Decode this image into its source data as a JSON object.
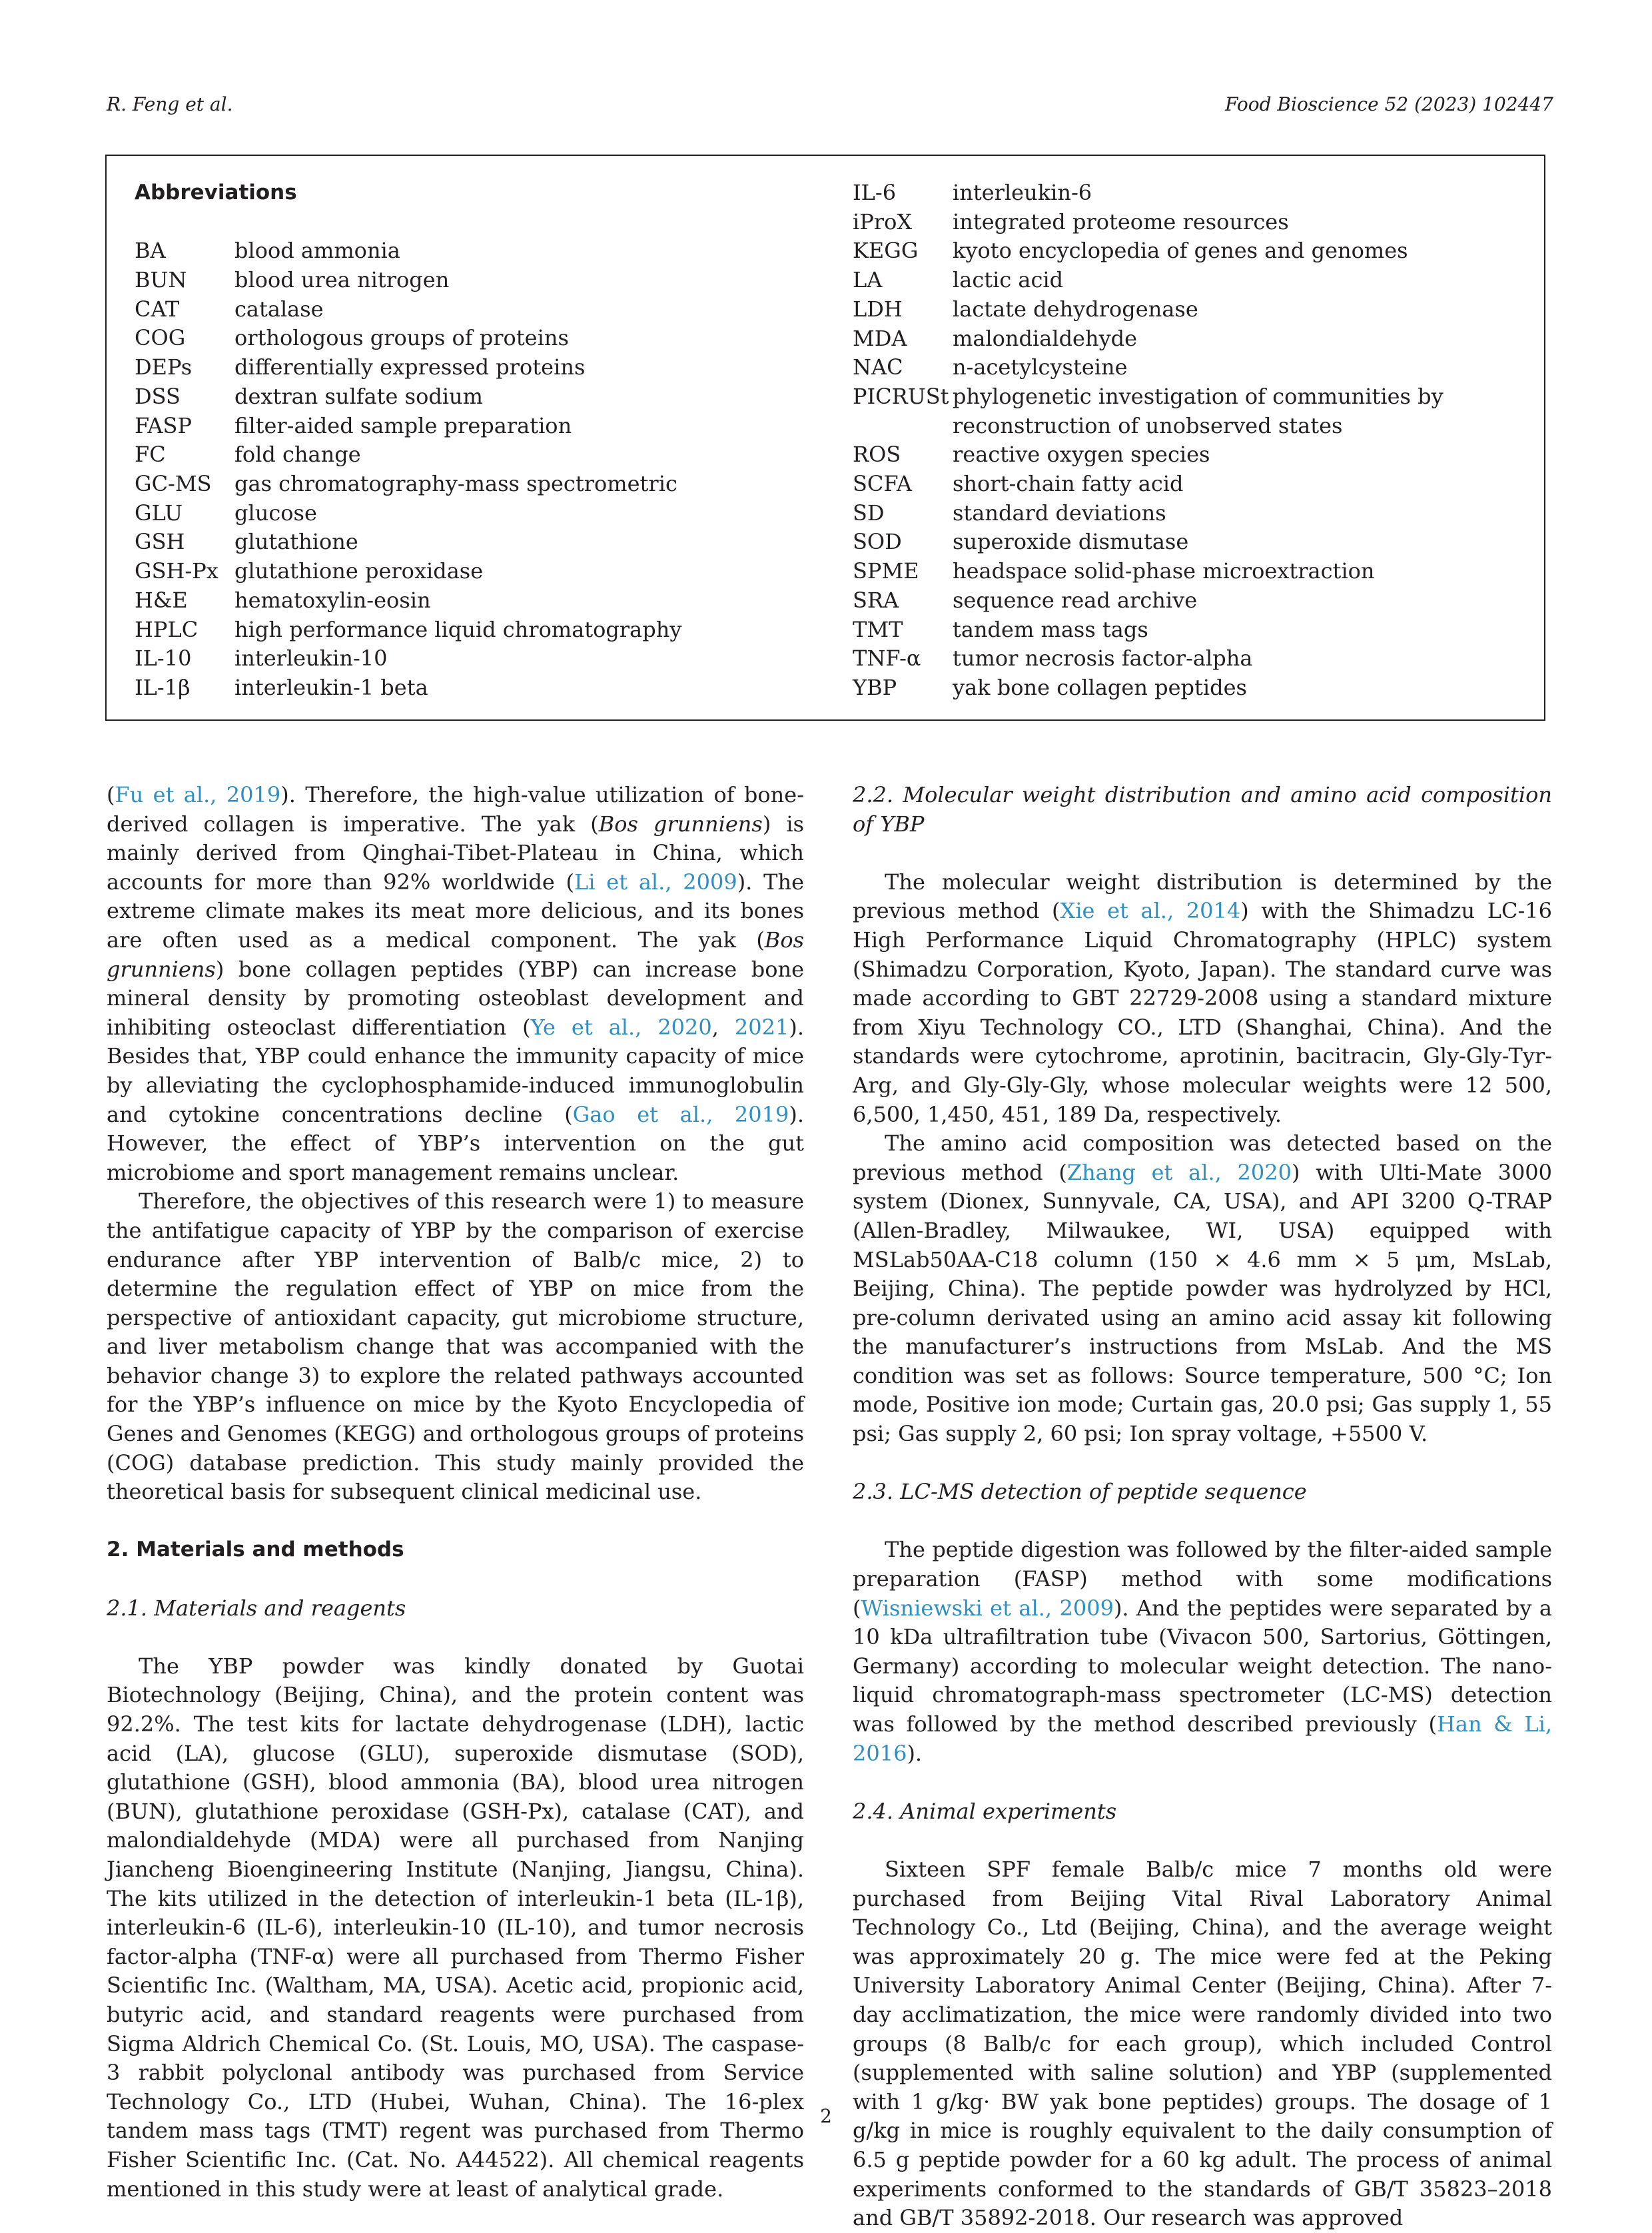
{
  "header": {
    "left": "R. Feng et al.",
    "right": "Food Bioscience 52 (2023) 102447"
  },
  "abbreviations": {
    "title": "Abbreviations",
    "left": [
      {
        "term": "BA",
        "def": "blood ammonia"
      },
      {
        "term": "BUN",
        "def": "blood urea nitrogen"
      },
      {
        "term": "CAT",
        "def": "catalase"
      },
      {
        "term": "COG",
        "def": "orthologous groups of proteins"
      },
      {
        "term": "DEPs",
        "def": "differentially expressed proteins"
      },
      {
        "term": "DSS",
        "def": "dextran sulfate sodium"
      },
      {
        "term": "FASP",
        "def": "filter-aided sample preparation"
      },
      {
        "term": "FC",
        "def": "fold change"
      },
      {
        "term": "GC-MS",
        "def": "gas chromatography-mass spectrometric"
      },
      {
        "term": "GLU",
        "def": "glucose"
      },
      {
        "term": "GSH",
        "def": "glutathione"
      },
      {
        "term": "GSH-Px",
        "def": "glutathione peroxidase"
      },
      {
        "term": "H&E",
        "def": "hematoxylin-eosin"
      },
      {
        "term": "HPLC",
        "def": "high performance liquid chromatography"
      },
      {
        "term": "IL-10",
        "def": "interleukin-10"
      },
      {
        "term": "IL-1β",
        "def": "interleukin-1 beta"
      }
    ],
    "right": [
      {
        "term": "IL-6",
        "def": "interleukin-6"
      },
      {
        "term": "iProX",
        "def": "integrated proteome resources"
      },
      {
        "term": "KEGG",
        "def": "kyoto encyclopedia of genes and genomes"
      },
      {
        "term": "LA",
        "def": "lactic acid"
      },
      {
        "term": "LDH",
        "def": "lactate dehydrogenase"
      },
      {
        "term": "MDA",
        "def": "malondialdehyde"
      },
      {
        "term": "NAC",
        "def": "n-acetylcysteine"
      },
      {
        "term": "PICRUSt",
        "def": "phylogenetic investigation of communities by reconstruction of unobserved states"
      },
      {
        "term": "ROS",
        "def": "reactive oxygen species"
      },
      {
        "term": "SCFA",
        "def": "short-chain fatty acid"
      },
      {
        "term": "SD",
        "def": "standard deviations"
      },
      {
        "term": "SOD",
        "def": "superoxide dismutase"
      },
      {
        "term": "SPME",
        "def": "headspace solid-phase microextraction"
      },
      {
        "term": "SRA",
        "def": "sequence read archive"
      },
      {
        "term": "TMT",
        "def": "tandem mass tags"
      },
      {
        "term": "TNF-α",
        "def": "tumor necrosis factor-alpha"
      },
      {
        "term": "YBP",
        "def": "yak bone collagen peptides"
      }
    ]
  },
  "left_column": {
    "p1": {
      "c1": "Fu et al., 2019",
      "t1": "). Therefore, the high-value utilization of bone-derived collagen is imperative. The yak (",
      "i1": "Bos grunniens",
      "t2": ") is mainly derived from Qinghai-Tibet-Plateau in China, which accounts for more than 92% worldwide (",
      "c2": "Li et al., 2009",
      "t3": "). The extreme climate makes its meat more delicious, and its bones are often used as a medical component. The yak (",
      "i2": "Bos grunniens",
      "t4": ") bone collagen peptides (YBP) can increase bone mineral density by promoting osteoblast development and inhibiting osteoclast differentiation (",
      "c3": "Ye et al., 2020",
      "t5": ", ",
      "c4": "2021",
      "t6": "). Besides that, YBP could enhance the immunity capacity of mice by alleviating the cyclophosphamide-induced immunoglobulin and cytokine concentrations decline (",
      "c5": "Gao et al., 2019",
      "t7": "). However, the effect of YBP’s intervention on the gut microbiome and sport management remains unclear."
    },
    "p2": "Therefore, the objectives of this research were 1) to measure the antifatigue capacity of YBP by the comparison of exercise endurance after YBP intervention of Balb/c mice, 2) to determine the regulation effect of YBP on mice from the perspective of antioxidant capacity, gut microbiome structure, and liver metabolism change that was accompanied with the behavior change 3) to explore the related pathways accounted for the YBP’s influence on mice by the Kyoto Encyclopedia of Genes and Genomes (KEGG) and orthologous groups of proteins (COG) database prediction. This study mainly provided the theoretical basis for subsequent clinical medicinal use.",
    "section2": "2. Materials and methods",
    "section2_1": "2.1. Materials and reagents",
    "p3": "The YBP powder was kindly donated by Guotai Biotechnology (Beijing, China), and the protein content was 92.2%. The test kits for lactate dehydrogenase (LDH), lactic acid (LA), glucose (GLU), superoxide dismutase (SOD), glutathione (GSH), blood ammonia (BA), blood urea nitrogen (BUN), glutathione peroxidase (GSH-Px), catalase (CAT), and malondialdehyde (MDA) were all purchased from Nanjing Jiancheng Bioengineering Institute (Nanjing, Jiangsu, China). The kits utilized in the detection of interleukin-1 beta (IL-1β), interleukin-6 (IL-6), interleukin-10 (IL-10), and tumor necrosis factor-alpha (TNF-α) were all purchased from Thermo Fisher Scientific Inc. (Waltham, MA, USA). Acetic acid, propionic acid, butyric acid, and standard reagents were purchased from Sigma Aldrich Chemical Co. (St. Louis, MO, USA). The caspase-3 rabbit polyclonal antibody was purchased from Service Technology Co., LTD (Hubei, Wuhan, China). The 16-plex tandem mass tags (TMT) regent was purchased from Thermo Fisher Scientific Inc. (Cat. No. A44522). All chemical reagents mentioned in this study were at least of analytical grade."
  },
  "right_column": {
    "section2_2": "2.2. Molecular weight distribution and amino acid composition of YBP",
    "p1": {
      "t1": "The molecular weight distribution is determined by the previous method (",
      "c1": "Xie et al., 2014",
      "t2": ") with the Shimadzu LC-16 High Performance Liquid Chromatography (HPLC) system (Shimadzu Corporation, Kyoto, Japan). The standard curve was made according to GBT 22729-2008 using a standard mixture from Xiyu Technology CO., LTD (Shanghai, China). And the standards were cytochrome, aprotinin, bacitracin, Gly-Gly-Tyr-Arg, and Gly-Gly-Gly, whose molecular weights were 12 500, 6,500, 1,450, 451, 189 Da, respectively."
    },
    "p2": {
      "t1": "The amino acid composition was detected based on the previous method (",
      "c1": "Zhang et al., 2020",
      "t2": ") with Ulti-Mate 3000 system (Dionex, Sunnyvale, CA, USA), and API 3200 Q-TRAP (Allen-Bradley, Milwaukee, WI, USA) equipped with MSLab50AA-C18 column (150 × 4.6 mm × 5 μm, MsLab, Beijing, China). The peptide powder was hydrolyzed by HCl, pre-column derivated using an amino acid assay kit following the manufacturer’s instructions from MsLab. And the MS condition was set as follows: Source temperature, 500 °C; Ion mode, Positive ion mode; Curtain gas, 20.0 psi; Gas supply 1, 55 psi; Gas supply 2, 60 psi; Ion spray voltage, +5500 V."
    },
    "section2_3": "2.3. LC-MS detection of peptide sequence",
    "p3": {
      "t1": "The peptide digestion was followed by the filter-aided sample preparation (FASP) method with some modifications (",
      "c1": "Wisniewski et al., 2009",
      "t2": "). And the peptides were separated by a 10 kDa ultrafiltration tube (Vivacon 500, Sartorius, Göttingen, Germany) according to molecular weight detection. The nano-liquid chromatograph-mass spectrometer (LC-MS) detection was followed by the method described previously (",
      "c2": "Han & Li, 2016",
      "t3": ")."
    },
    "section2_4": "2.4. Animal experiments",
    "p4": "Sixteen SPF female Balb/c mice 7 months old were purchased from Beijing Vital Rival Laboratory Animal Technology Co., Ltd (Beijing, China), and the average weight was approximately 20 g. The mice were fed at the Peking University Laboratory Animal Center (Beijing, China). After 7-day acclimatization, the mice were randomly divided into two groups (8 Balb/c for each group), which included Control (supplemented with saline solution) and YBP (supplemented with 1 g/kg· BW yak bone peptides) groups. The dosage of 1 g/kg in mice is roughly equivalent to the daily consumption of 6.5 g peptide powder for a 60 kg adult. The process of animal experiments conformed to the standards of GB/T 35823–2018 and GB/T 35892-2018. Our research was approved"
  },
  "page_number": "2"
}
